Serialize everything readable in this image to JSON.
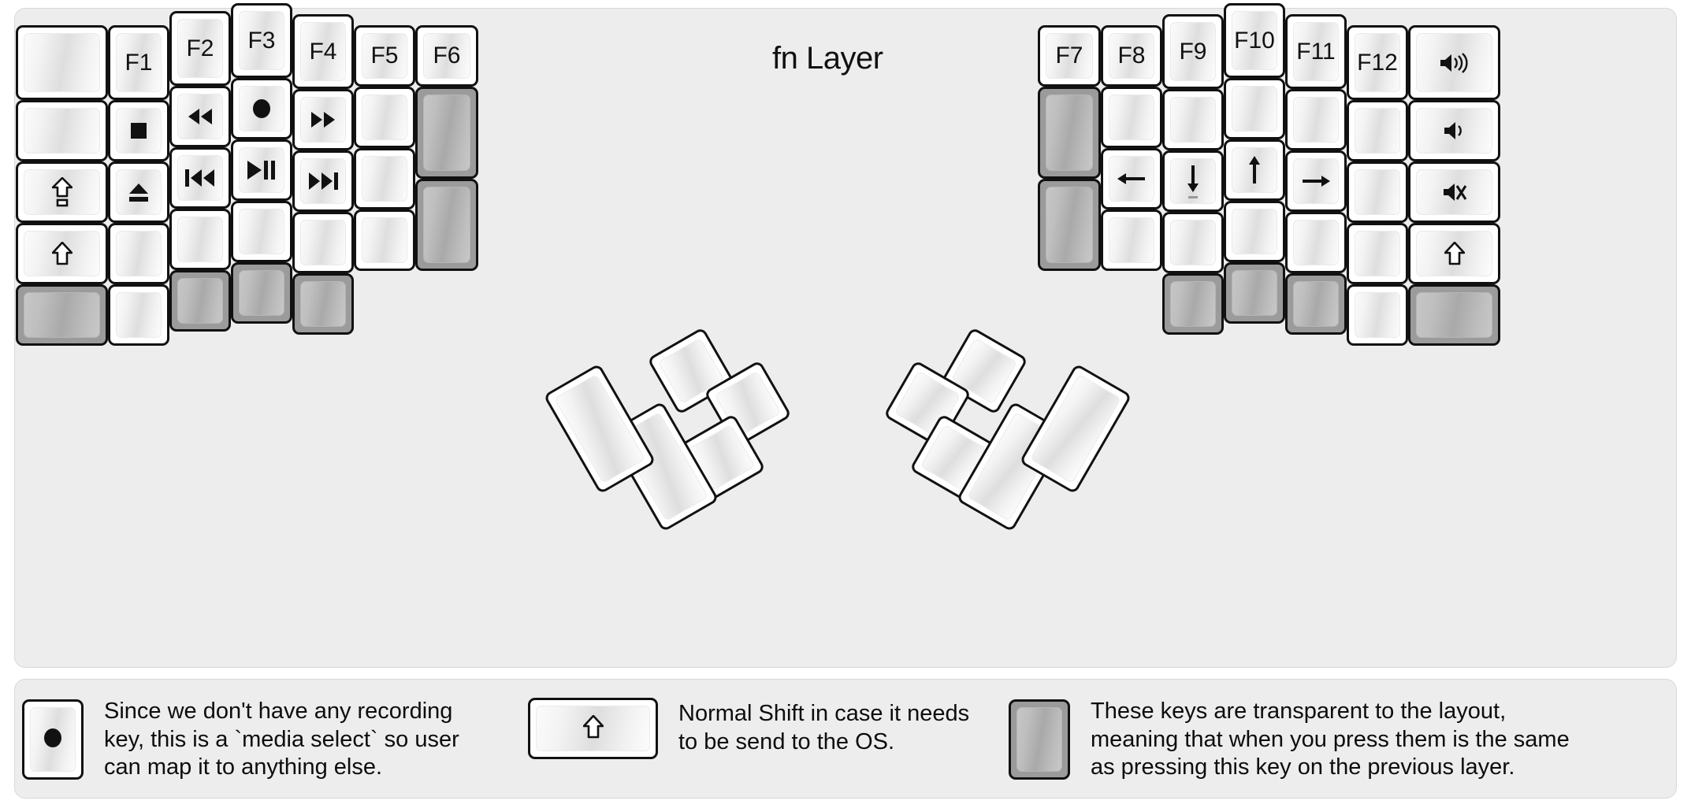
{
  "page": {
    "title": "fn Layer",
    "background": "#ededed",
    "key_border": "#111111",
    "transparent_key_color": "#9b9b9b"
  },
  "legend_notes": [
    {
      "key_icon": "record-circle-icon",
      "key_style": "normal",
      "text": "Since we don't have any recording\nkey, this is a `media select` so user\ncan map it to anything else."
    },
    {
      "key_icon": "shift-arrow-icon",
      "key_style": "normal",
      "text": "Normal Shift in case it needs\nto be send to the OS."
    },
    {
      "key_icon": "blank-icon",
      "key_style": "transparent",
      "text": "These keys are transparent to the layout,\nmeaning that when you press them is the same\nas pressing this key on the previous layer."
    }
  ],
  "left_half": {
    "columns": [
      {
        "name": "col-pinky-outer",
        "keys": [
          {
            "label": "",
            "icon": "blank-icon",
            "style": "normal"
          },
          {
            "label": "",
            "icon": "blank-icon",
            "style": "normal"
          },
          {
            "label": "",
            "icon": "caps-lock-icon",
            "style": "normal"
          },
          {
            "label": "",
            "icon": "shift-arrow-icon",
            "style": "normal"
          },
          {
            "label": "",
            "icon": "blank-icon",
            "style": "transparent"
          }
        ]
      },
      {
        "name": "col-pinky",
        "keys": [
          {
            "label": "F1",
            "icon": "",
            "style": "normal"
          },
          {
            "label": "",
            "icon": "stop-square-icon",
            "style": "normal"
          },
          {
            "label": "",
            "icon": "eject-icon",
            "style": "normal"
          },
          {
            "label": "",
            "icon": "blank-icon",
            "style": "normal"
          },
          {
            "label": "",
            "icon": "blank-icon",
            "style": "normal"
          }
        ]
      },
      {
        "name": "col-ring",
        "keys": [
          {
            "label": "F2",
            "icon": "",
            "style": "normal"
          },
          {
            "label": "",
            "icon": "rewind-icon",
            "style": "normal"
          },
          {
            "label": "",
            "icon": "previous-track-icon",
            "style": "normal"
          },
          {
            "label": "",
            "icon": "blank-icon",
            "style": "normal"
          },
          {
            "label": "",
            "icon": "blank-icon",
            "style": "transparent"
          }
        ]
      },
      {
        "name": "col-middle",
        "keys": [
          {
            "label": "F3",
            "icon": "",
            "style": "normal"
          },
          {
            "label": "",
            "icon": "record-circle-icon",
            "style": "normal"
          },
          {
            "label": "",
            "icon": "play-pause-icon",
            "style": "normal"
          },
          {
            "label": "",
            "icon": "blank-icon",
            "style": "normal"
          },
          {
            "label": "",
            "icon": "blank-icon",
            "style": "transparent"
          }
        ]
      },
      {
        "name": "col-index",
        "keys": [
          {
            "label": "F4",
            "icon": "",
            "style": "normal"
          },
          {
            "label": "",
            "icon": "fast-forward-icon",
            "style": "normal"
          },
          {
            "label": "",
            "icon": "next-track-icon",
            "style": "normal"
          },
          {
            "label": "",
            "icon": "blank-icon",
            "style": "normal"
          },
          {
            "label": "",
            "icon": "blank-icon",
            "style": "transparent"
          }
        ]
      },
      {
        "name": "col-inner",
        "keys": [
          {
            "label": "F5",
            "icon": "",
            "style": "normal"
          },
          {
            "label": "",
            "icon": "blank-icon",
            "style": "normal"
          },
          {
            "label": "",
            "icon": "blank-icon",
            "style": "normal"
          },
          {
            "label": "",
            "icon": "blank-icon",
            "style": "normal"
          }
        ]
      },
      {
        "name": "col-inner-extra",
        "keys": [
          {
            "label": "F6",
            "icon": "",
            "style": "normal"
          },
          {
            "label": "",
            "icon": "blank-icon",
            "style": "transparent"
          },
          {
            "label": "",
            "icon": "blank-icon",
            "style": "transparent"
          }
        ]
      }
    ],
    "thumb_cluster": [
      {
        "name": "thumb-1",
        "icon": "blank-icon",
        "style": "normal"
      },
      {
        "name": "thumb-2",
        "icon": "blank-icon",
        "style": "normal"
      },
      {
        "name": "thumb-3",
        "icon": "blank-icon",
        "style": "normal"
      },
      {
        "name": "thumb-4",
        "icon": "blank-icon",
        "style": "normal"
      },
      {
        "name": "thumb-5",
        "icon": "blank-icon",
        "style": "normal"
      }
    ]
  },
  "right_half": {
    "columns": [
      {
        "name": "col-inner-extra",
        "keys": [
          {
            "label": "F7",
            "icon": "",
            "style": "normal"
          },
          {
            "label": "",
            "icon": "blank-icon",
            "style": "transparent"
          },
          {
            "label": "",
            "icon": "blank-icon",
            "style": "transparent"
          }
        ]
      },
      {
        "name": "col-inner",
        "keys": [
          {
            "label": "F8",
            "icon": "",
            "style": "normal"
          },
          {
            "label": "",
            "icon": "blank-icon",
            "style": "normal"
          },
          {
            "label": "",
            "icon": "arrow-left-icon",
            "style": "normal"
          },
          {
            "label": "",
            "icon": "blank-icon",
            "style": "normal"
          }
        ]
      },
      {
        "name": "col-index",
        "keys": [
          {
            "label": "F9",
            "icon": "",
            "style": "normal"
          },
          {
            "label": "",
            "icon": "blank-icon",
            "style": "normal"
          },
          {
            "label": "",
            "icon": "arrow-down-icon",
            "style": "normal"
          },
          {
            "label": "",
            "icon": "blank-icon",
            "style": "normal"
          },
          {
            "label": "",
            "icon": "blank-icon",
            "style": "transparent"
          }
        ]
      },
      {
        "name": "col-middle",
        "keys": [
          {
            "label": "F10",
            "icon": "",
            "style": "normal"
          },
          {
            "label": "",
            "icon": "blank-icon",
            "style": "normal"
          },
          {
            "label": "",
            "icon": "arrow-up-icon",
            "style": "normal"
          },
          {
            "label": "",
            "icon": "blank-icon",
            "style": "normal"
          },
          {
            "label": "",
            "icon": "blank-icon",
            "style": "transparent"
          }
        ]
      },
      {
        "name": "col-ring",
        "keys": [
          {
            "label": "F11",
            "icon": "",
            "style": "normal"
          },
          {
            "label": "",
            "icon": "blank-icon",
            "style": "normal"
          },
          {
            "label": "",
            "icon": "arrow-right-icon",
            "style": "normal"
          },
          {
            "label": "",
            "icon": "blank-icon",
            "style": "normal"
          },
          {
            "label": "",
            "icon": "blank-icon",
            "style": "transparent"
          }
        ]
      },
      {
        "name": "col-pinky",
        "keys": [
          {
            "label": "F12",
            "icon": "",
            "style": "normal"
          },
          {
            "label": "",
            "icon": "blank-icon",
            "style": "normal"
          },
          {
            "label": "",
            "icon": "blank-icon",
            "style": "normal"
          },
          {
            "label": "",
            "icon": "blank-icon",
            "style": "normal"
          },
          {
            "label": "",
            "icon": "blank-icon",
            "style": "normal"
          }
        ]
      },
      {
        "name": "col-pinky-outer",
        "keys": [
          {
            "label": "",
            "icon": "volume-up-icon",
            "style": "normal"
          },
          {
            "label": "",
            "icon": "volume-down-icon",
            "style": "normal"
          },
          {
            "label": "",
            "icon": "volume-mute-icon",
            "style": "normal"
          },
          {
            "label": "",
            "icon": "shift-arrow-icon",
            "style": "normal"
          },
          {
            "label": "",
            "icon": "blank-icon",
            "style": "transparent"
          }
        ]
      }
    ],
    "thumb_cluster": [
      {
        "name": "thumb-1",
        "icon": "blank-icon",
        "style": "normal"
      },
      {
        "name": "thumb-2",
        "icon": "blank-icon",
        "style": "normal"
      },
      {
        "name": "thumb-3",
        "icon": "blank-icon",
        "style": "normal"
      },
      {
        "name": "thumb-4",
        "icon": "blank-icon",
        "style": "normal"
      },
      {
        "name": "thumb-5",
        "icon": "blank-icon",
        "style": "normal"
      }
    ]
  }
}
